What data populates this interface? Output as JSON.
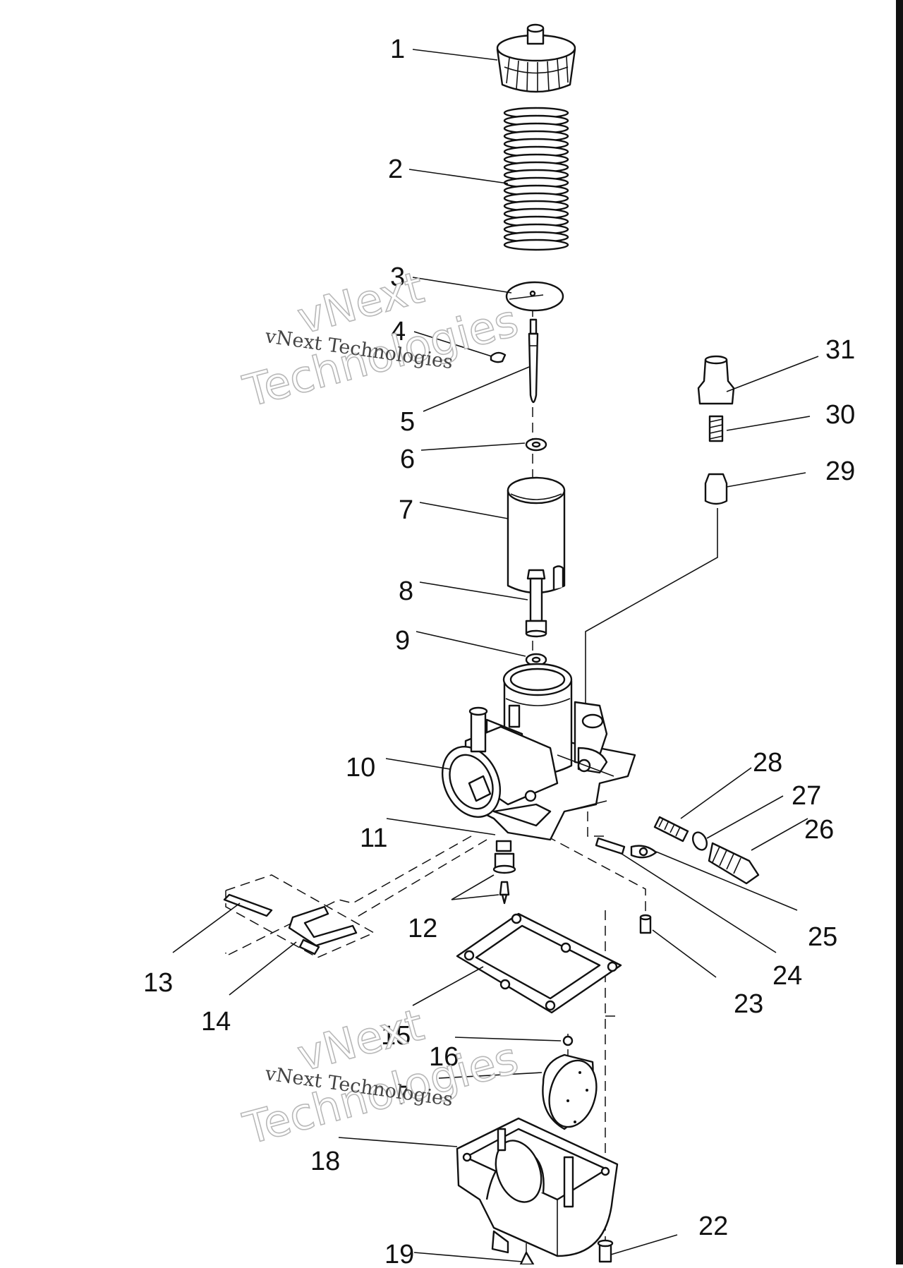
{
  "callouts": [
    {
      "n": "1"
    },
    {
      "n": "2"
    },
    {
      "n": "3"
    },
    {
      "n": "4"
    },
    {
      "n": "5"
    },
    {
      "n": "6"
    },
    {
      "n": "7"
    },
    {
      "n": "8"
    },
    {
      "n": "9"
    },
    {
      "n": "10"
    },
    {
      "n": "11"
    },
    {
      "n": "12"
    },
    {
      "n": "13"
    },
    {
      "n": "14"
    },
    {
      "n": "15"
    },
    {
      "n": "16"
    },
    {
      "n": "7"
    },
    {
      "n": "18"
    },
    {
      "n": "19"
    },
    {
      "n": "22"
    },
    {
      "n": "23"
    },
    {
      "n": "24"
    },
    {
      "n": "25"
    },
    {
      "n": "26"
    },
    {
      "n": "27"
    },
    {
      "n": "28"
    },
    {
      "n": "29"
    },
    {
      "n": "30"
    },
    {
      "n": "31"
    }
  ],
  "watermarks": [
    {
      "line1": "vNext",
      "line2": "Technologies",
      "small": "vNext Technologies"
    },
    {
      "line1": "vNext",
      "line2": "Technologies",
      "small": "vNext Technologies"
    }
  ],
  "colors": {
    "ink": "#111111",
    "background": "#ffffff",
    "watermark": "#b8b8b8"
  }
}
